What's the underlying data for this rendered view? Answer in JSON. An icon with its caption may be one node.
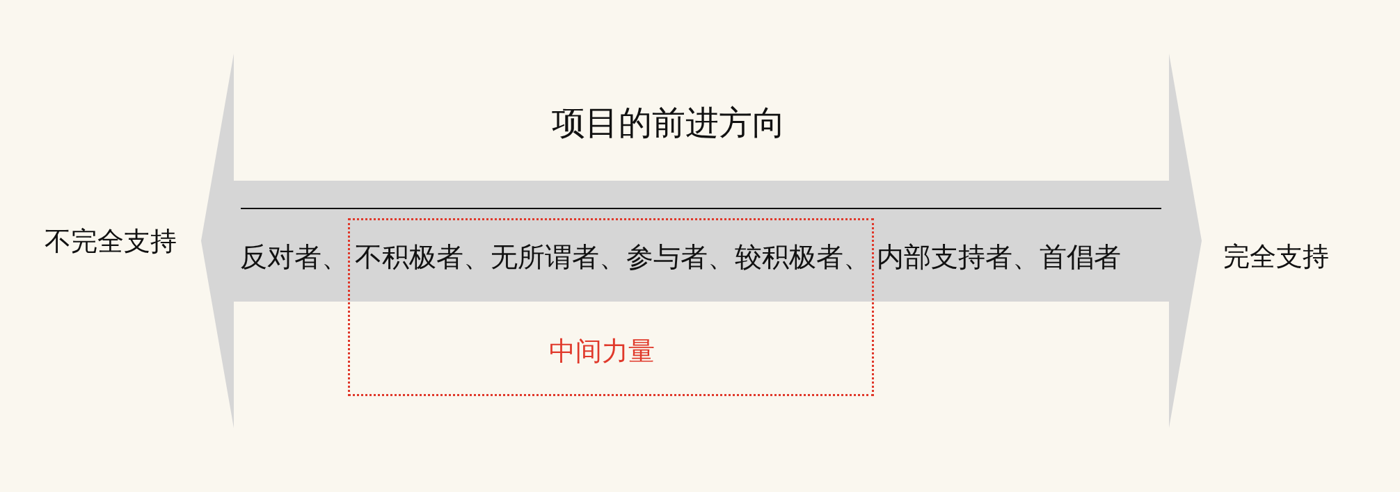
{
  "diagram": {
    "nodes": [
      {
        "text": [
          "项目的前进方向",
          "反对者、",
          "内部支持者、首倡者"
        ],
        "beside": [
          "不完全支持",
          "完全支持"
        ]
      },
      {
        "text": [
          "不积极者、无所谓者、参与者、较积极者、",
          "中间力量"
        ]
      }
    ]
  }
}
